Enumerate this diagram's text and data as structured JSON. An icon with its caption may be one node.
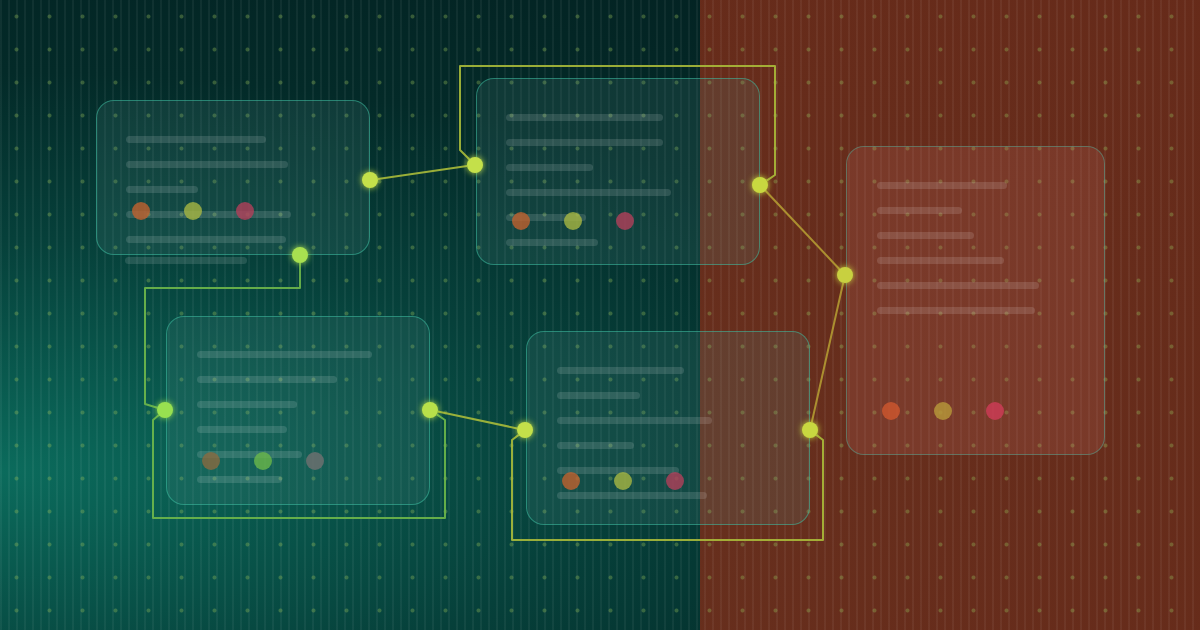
{
  "diagram": {
    "nodes": [
      {
        "text": [],
        "shape": "box"
      },
      {
        "text": [],
        "shape": "box"
      },
      {
        "text": [],
        "shape": "box"
      },
      {
        "text": [],
        "shape": "box"
      },
      {
        "text": [],
        "shape": "box"
      },
      {
        "text": [],
        "shape": "circle"
      },
      {
        "text": [],
        "shape": "circle"
      },
      {
        "text": [],
        "shape": "circle"
      },
      {
        "text": [],
        "shape": "circle"
      },
      {
        "text": [],
        "shape": "circle"
      },
      {
        "text": [],
        "shape": "circle"
      },
      {
        "text": [],
        "shape": "circle"
      },
      {
        "text": [],
        "shape": "circle"
      },
      {
        "text": [],
        "shape": "circle"
      }
    ],
    "edges": [
      {
        "from": 5,
        "to": 6,
        "arrow": "none"
      },
      {
        "from": 6,
        "to": 7,
        "arrow": "none"
      },
      {
        "from": 7,
        "to": 8,
        "arrow": "none",
        "color": "#b39a32"
      },
      {
        "from": 9,
        "to": 10,
        "arrow": "none",
        "color": "#6fb84a"
      },
      {
        "from": 10,
        "to": 11,
        "arrow": "none",
        "color": "#6fb84a"
      },
      {
        "from": 11,
        "to": 12,
        "arrow": "none"
      },
      {
        "from": 12,
        "to": 13,
        "arrow": "none"
      },
      {
        "from": 13,
        "to": 8,
        "arrow": "none",
        "color": "#b39a32"
      }
    ]
  }
}
